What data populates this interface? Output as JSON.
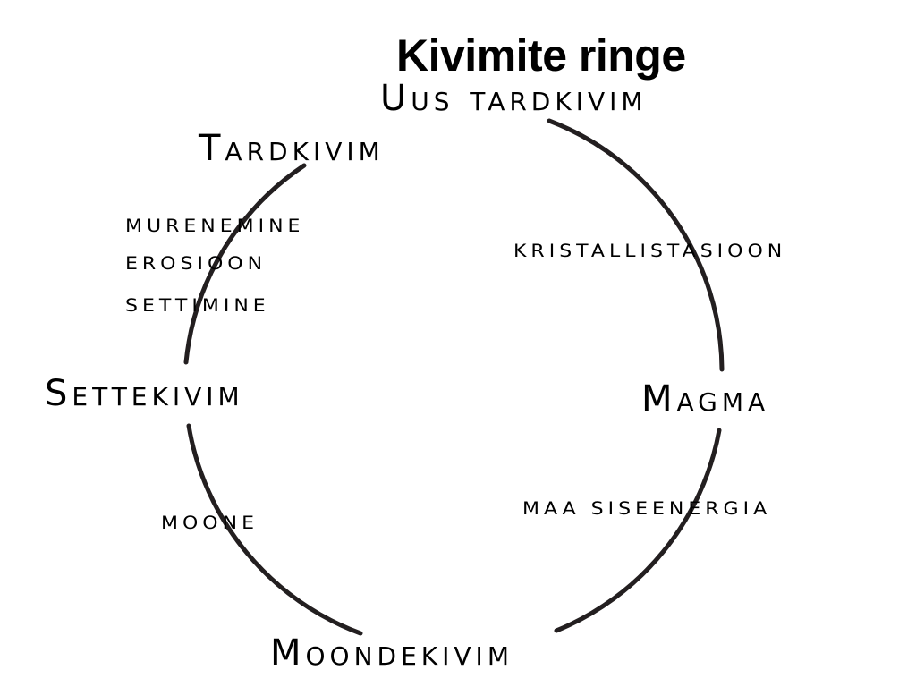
{
  "title": "Kivimite ringe",
  "nodes": {
    "new_igneous": "Uus tardkivim",
    "igneous": "Tardkivim",
    "sedimentary": "Settekivim",
    "magma": "Magma",
    "metamorphic": "Moondekivim"
  },
  "processes": {
    "weathering": "MURENEMINE",
    "erosion": "EROSIOON",
    "sedimentation": "SETTIMINE",
    "crystallization": "KRISTALLISTASIOON",
    "earth_energy": "MAA SISEENERGIA",
    "metamorphism": "MOONE"
  },
  "colors": {
    "background": "#ffffff",
    "ink": "#000000",
    "arc": "#231f20"
  }
}
